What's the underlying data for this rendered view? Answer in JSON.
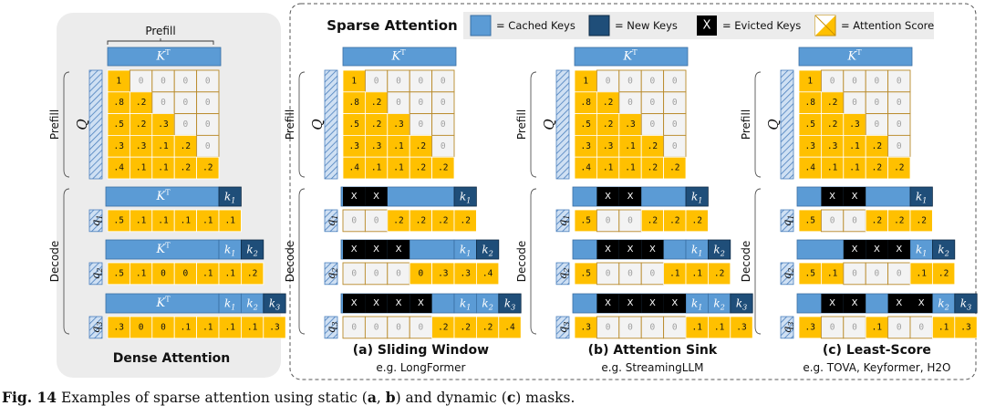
{
  "colors": {
    "cached": "#5b9bd5",
    "cached_border": "#3a6fa3",
    "new": "#1f4e79",
    "new_border": "#0e2a45",
    "evicted": "#000000",
    "score": "#ffc000",
    "score_border": "#c98f00",
    "zero_text": "#a0a0a0",
    "masked_fill": "#f3f3f3",
    "masked_border": "#b98a2a",
    "dense_bg": "#ececec",
    "sparse_border": "#555555"
  },
  "labels": {
    "prefill_brace": "Prefill",
    "kt": "K",
    "kt_sup": "T",
    "q": "Q",
    "prefill_side": "Prefill",
    "decode_side": "Decode",
    "evicted_mark": "X",
    "k_names": [
      "k",
      "k",
      "k"
    ],
    "k_subs": [
      "1",
      "2",
      "3"
    ],
    "q_names": [
      "q",
      "q",
      "q"
    ],
    "q_subs": [
      "1",
      "2",
      "3"
    ]
  },
  "legend": {
    "title": "Sparse Attention",
    "items": [
      {
        "key": "cached",
        "label": "= Cached Keys"
      },
      {
        "key": "new",
        "label": "= New Keys"
      },
      {
        "key": "evicted",
        "label": "= Evicted Keys"
      },
      {
        "key": "score",
        "label": "= Attention Score"
      }
    ]
  },
  "prefill_scores": [
    [
      "1",
      "0",
      "0",
      "0",
      "0"
    ],
    [
      ".8",
      ".2",
      "0",
      "0",
      "0"
    ],
    [
      ".5",
      ".2",
      ".3",
      "0",
      "0"
    ],
    [
      ".3",
      ".3",
      ".1",
      ".2",
      "0"
    ],
    [
      ".4",
      ".1",
      ".1",
      ".2",
      ".2"
    ]
  ],
  "panels": [
    {
      "id": "dense",
      "title": "Dense Attention",
      "subtitle": "",
      "decode": [
        {
          "evicted": [],
          "scores": [
            ".5",
            ".1",
            ".1",
            ".1",
            ".1",
            ".1"
          ]
        },
        {
          "evicted": [],
          "scores": [
            ".5",
            ".1",
            "0",
            "0",
            ".1",
            ".1",
            ".2"
          ]
        },
        {
          "evicted": [],
          "scores": [
            ".3",
            "0",
            "0",
            ".1",
            ".1",
            ".1",
            ".1",
            ".3"
          ]
        }
      ]
    },
    {
      "id": "sliding",
      "title": "(a) Sliding Window",
      "subtitle": "e.g. LongFormer",
      "decode": [
        {
          "evicted": [
            0,
            1
          ],
          "scores": [
            "0",
            "0",
            ".2",
            ".2",
            ".2",
            ".2"
          ]
        },
        {
          "evicted": [
            0,
            1,
            2
          ],
          "scores": [
            "0",
            "0",
            "0",
            "0",
            ".3",
            ".3",
            ".4"
          ]
        },
        {
          "evicted": [
            0,
            1,
            2,
            3
          ],
          "scores": [
            "0",
            "0",
            "0",
            "0",
            ".2",
            ".2",
            ".2",
            ".4"
          ]
        }
      ]
    },
    {
      "id": "sink",
      "title": "(b) Attention Sink",
      "subtitle": "e.g. StreamingLLM",
      "decode": [
        {
          "evicted": [
            1,
            2
          ],
          "scores": [
            ".5",
            "0",
            "0",
            ".2",
            ".2",
            ".2"
          ]
        },
        {
          "evicted": [
            1,
            2,
            3
          ],
          "scores": [
            ".5",
            "0",
            "0",
            "0",
            ".1",
            ".1",
            ".2"
          ]
        },
        {
          "evicted": [
            1,
            2,
            3,
            4
          ],
          "scores": [
            ".3",
            "0",
            "0",
            "0",
            "0",
            ".1",
            ".1",
            ".3"
          ]
        }
      ]
    },
    {
      "id": "leastscore",
      "title": "(c) Least-Score",
      "subtitle": "e.g. TOVA, Keyformer, H2O",
      "decode": [
        {
          "evicted": [
            1,
            2
          ],
          "scores": [
            ".5",
            "0",
            "0",
            ".2",
            ".2",
            ".2"
          ]
        },
        {
          "evicted": [
            2,
            3,
            4
          ],
          "scores": [
            ".5",
            ".1",
            "0",
            "0",
            "0",
            ".1",
            ".2"
          ]
        },
        {
          "evicted": [
            1,
            2,
            4,
            5
          ],
          "scores": [
            ".3",
            "0",
            "0",
            ".1",
            "0",
            "0",
            ".1",
            ".3"
          ]
        }
      ]
    }
  ],
  "caption": {
    "fig": "Fig. 14",
    "text_before": " Examples of sparse attention using static (",
    "a": "a",
    "comma": ", ",
    "b": "b",
    "text_mid": ") and dynamic (",
    "c": "c",
    "text_after": ") masks."
  }
}
